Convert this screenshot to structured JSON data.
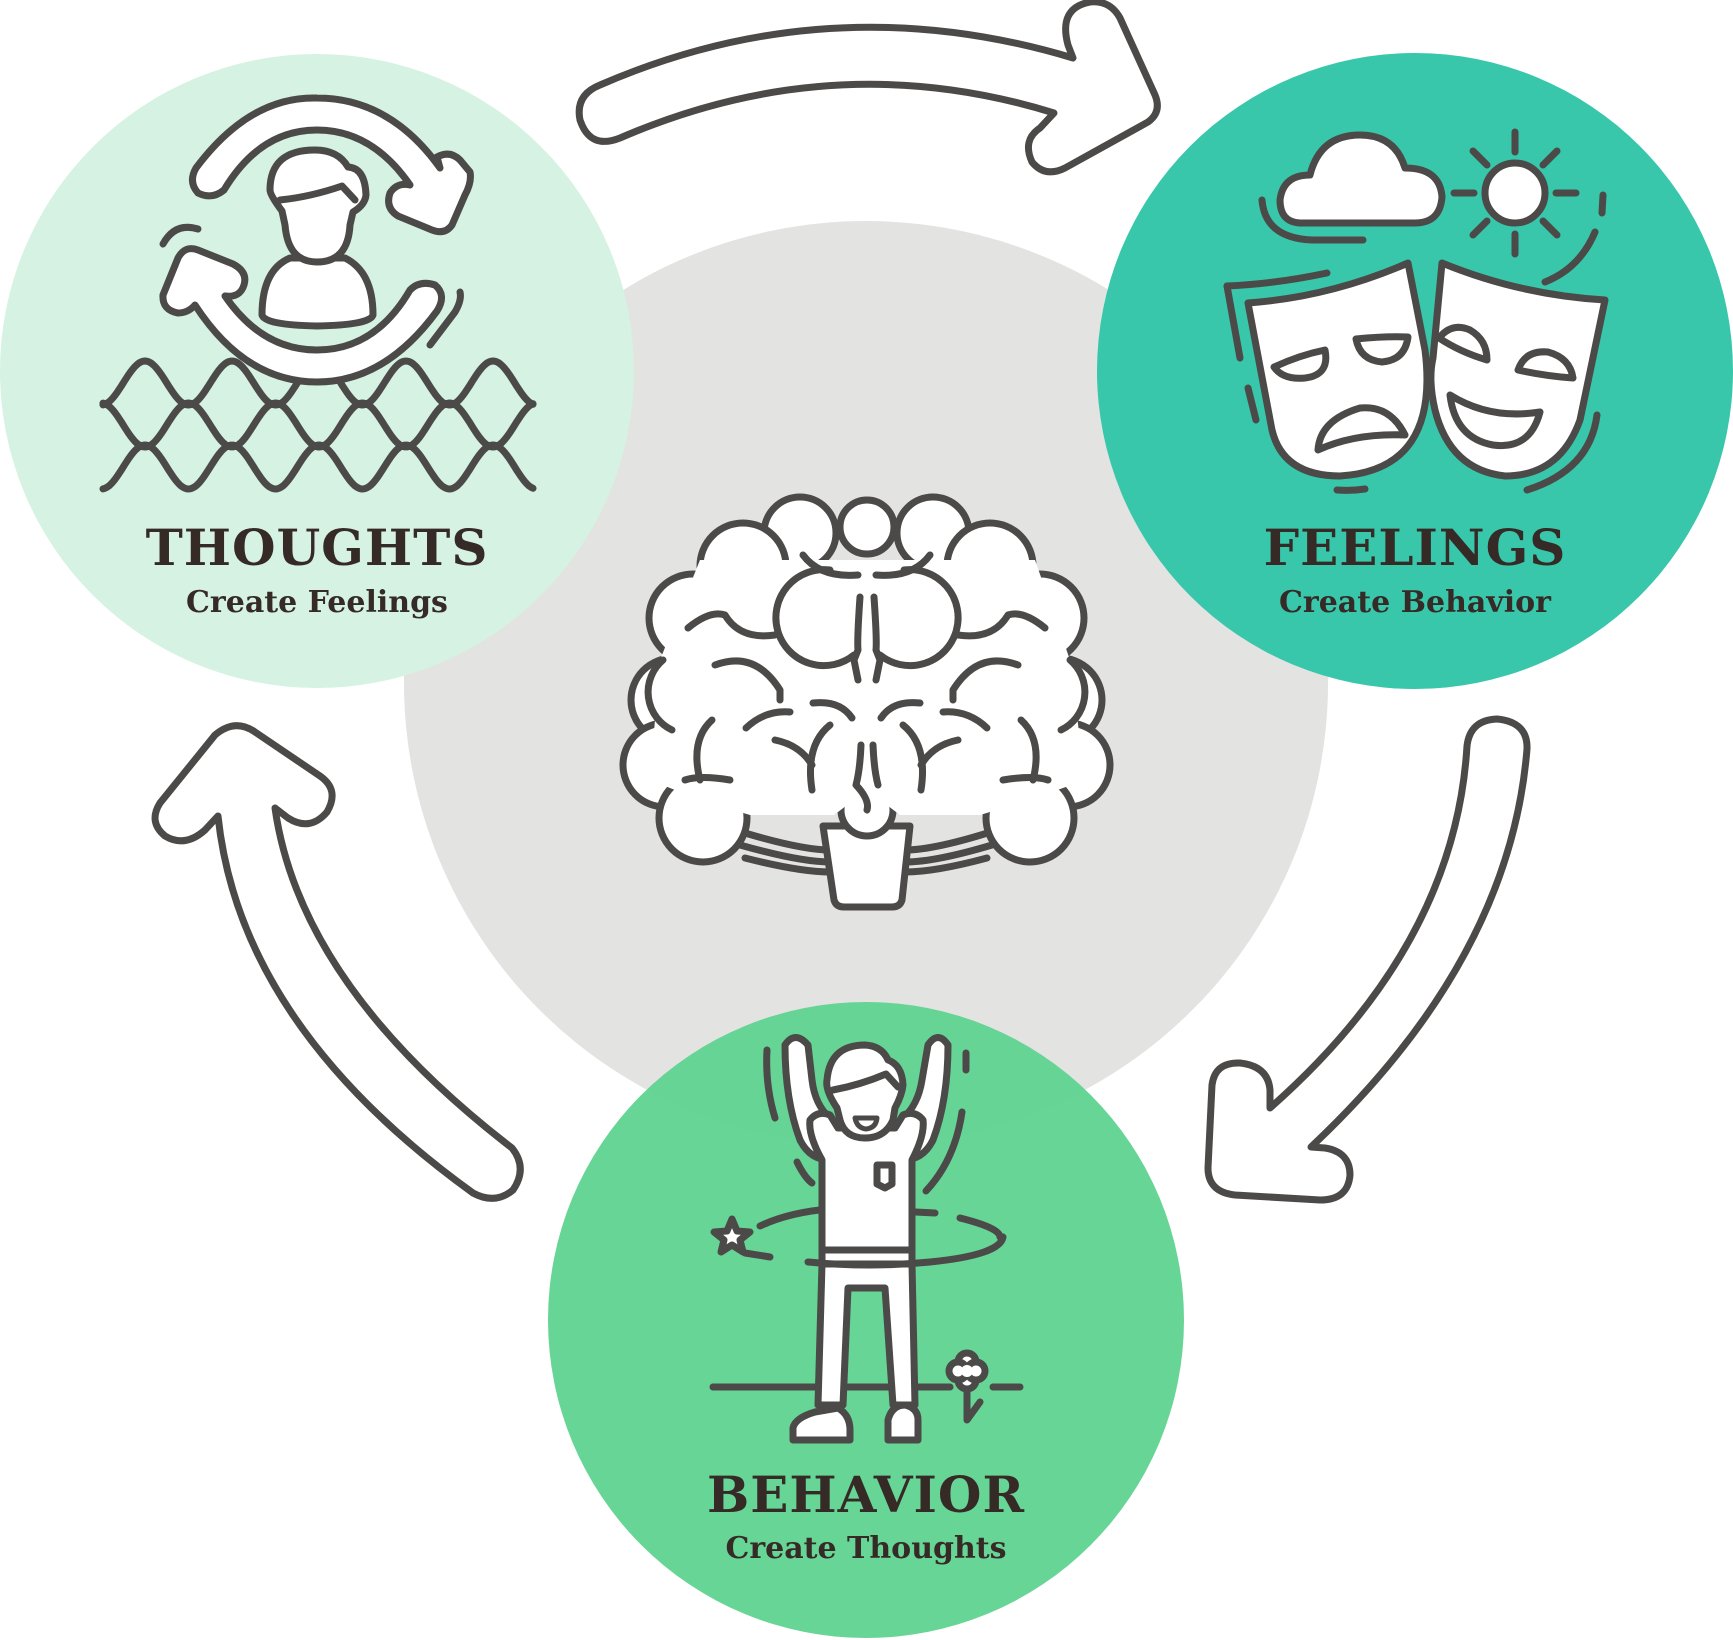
{
  "diagram": {
    "type": "cycle",
    "center": {
      "label": "Brain",
      "icon": "brain-icon"
    },
    "nodes": [
      {
        "id": "thoughts",
        "title": "THOUGHTS",
        "subtitle": "Create Feelings",
        "icon": "person-refresh-waves-icon",
        "color": "#d5f2e3"
      },
      {
        "id": "feelings",
        "title": "FEELINGS",
        "subtitle": "Create Behavior",
        "icon": "theater-masks-icon",
        "color": "#38c7ab"
      },
      {
        "id": "behavior",
        "title": "BEHAVIOR",
        "subtitle": "Create Thoughts",
        "icon": "person-hula-hoop-icon",
        "color": "#5fd390"
      }
    ],
    "edges": [
      {
        "from": "thoughts",
        "to": "feelings"
      },
      {
        "from": "feelings",
        "to": "behavior"
      },
      {
        "from": "behavior",
        "to": "thoughts"
      }
    ],
    "center_color": "#e3e3e1",
    "stroke_color": "#4b4a48",
    "text_color": "#362a26"
  }
}
